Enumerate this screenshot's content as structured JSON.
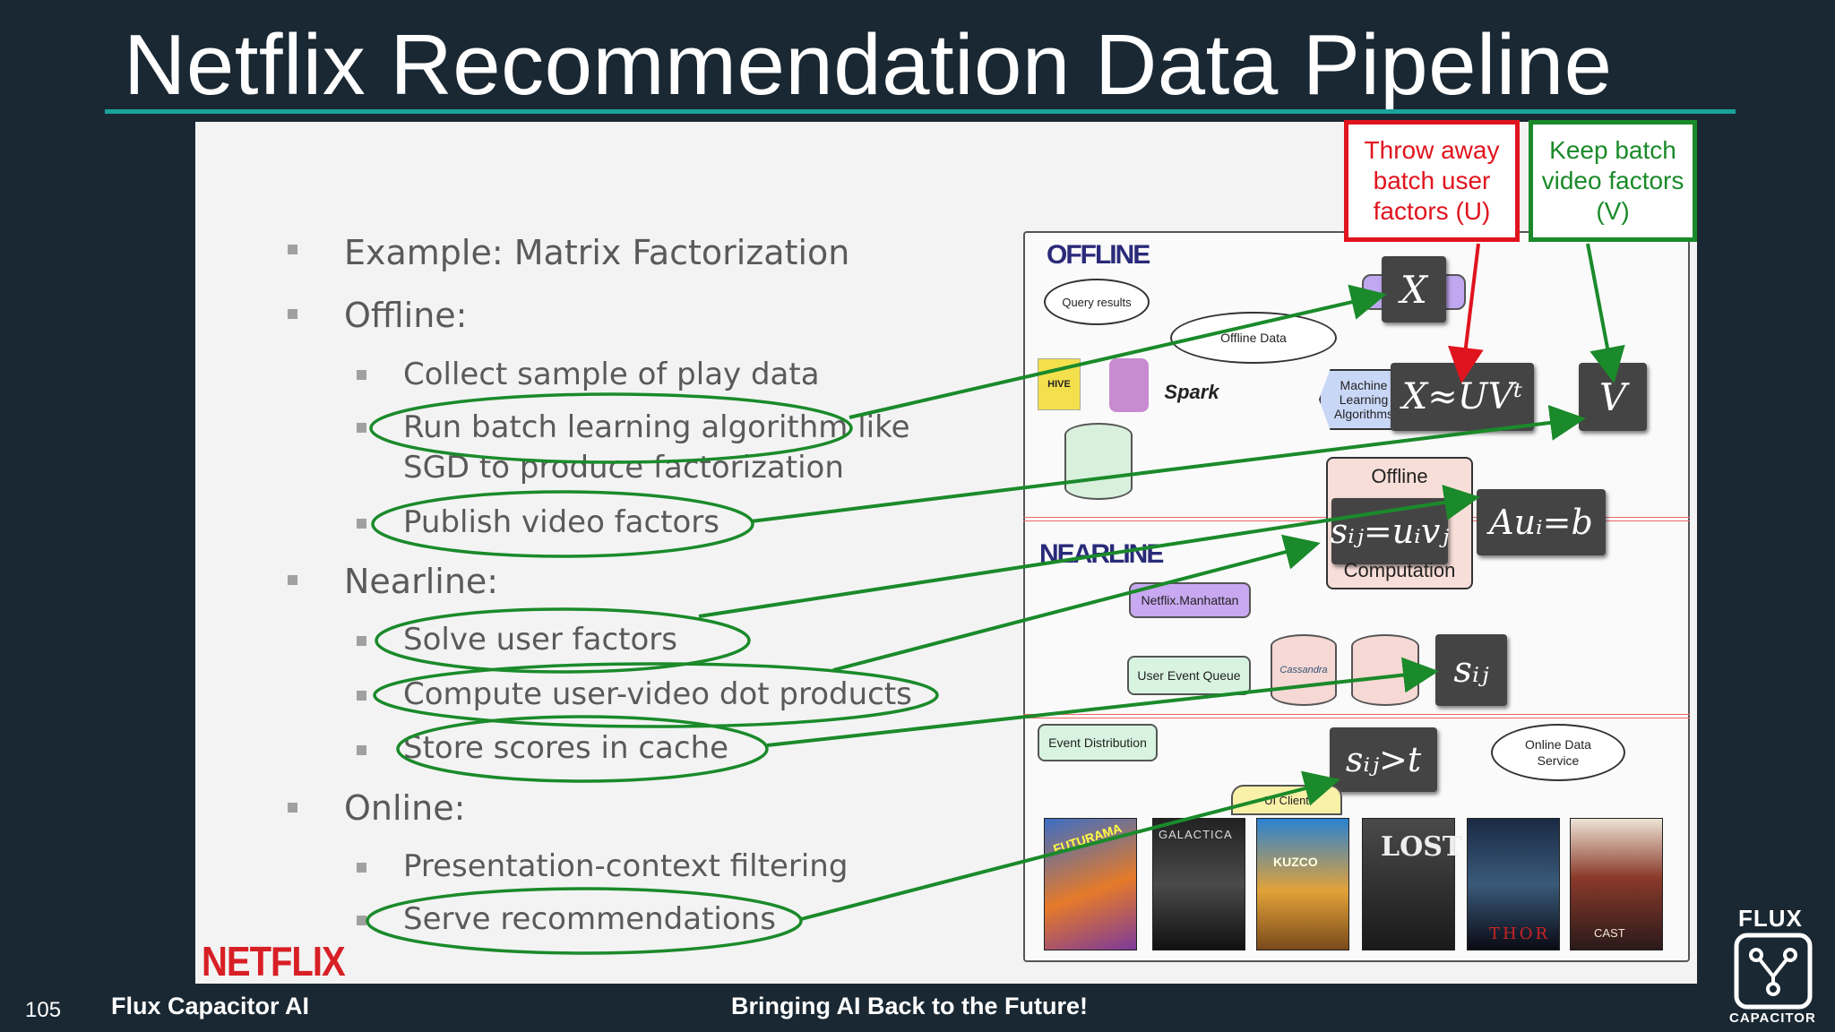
{
  "title": "Netflix Recommendation Data Pipeline",
  "slide": {
    "bullets": {
      "example": "Example: Matrix Factorization",
      "offline": "Offline:",
      "collect": "Collect sample of play data",
      "run_batch_1": "Run batch learning algorithm like",
      "run_batch_2": "SGD to produce factorization",
      "publish": "Publish video factors",
      "nearline": "Nearline:",
      "solve": "Solve user factors",
      "compute": "Compute user-video dot products",
      "store": "Store scores in cache",
      "online": "Online:",
      "presentation": "Presentation-context filtering",
      "serve": "Serve recommendations"
    },
    "logo": "NETFLIX"
  },
  "diagram": {
    "offline_label": "OFFLINE",
    "nearline_label": "NEARLINE",
    "query_results": "Query results",
    "offline_data": "Offline Data",
    "spark": "Spark",
    "hive": "HIVE",
    "ml_algorithms": "Machine Learning Algorithms",
    "x": "X",
    "x_uv": "X≈UVᵗ",
    "v": "V",
    "offline_box": "Offline",
    "sij_uv": "sᵢⱼ=uᵢvⱼ",
    "aui_b": "Auᵢ=b",
    "computation": "Computation",
    "netflix_manhattan": "Netflix.Manhattan",
    "user_event_queue": "User Event Queue",
    "cassandra": "Cassandra",
    "sij": "sᵢⱼ",
    "event_distribution": "Event Distribution",
    "sij_t": "sᵢⱼ>t",
    "online_data_service": "Online Data Service",
    "ui_client": "UI Client",
    "posters": [
      "FUTURAMA",
      "GALACTICA",
      "KUZCO",
      "LOST",
      "THOR",
      "CAST"
    ]
  },
  "callouts": {
    "throw_away": "Throw away batch user factors (U)",
    "keep": "Keep batch video factors (V)"
  },
  "footer": {
    "page_number": "105",
    "company": "Flux Capacitor AI",
    "tagline": "Bringing AI Back to the Future!",
    "brand_top": "FLUX",
    "brand_bottom": "CAPACITOR"
  },
  "colors": {
    "background": "#1a2833",
    "accent_rule": "#1aa39a",
    "highlight_green": "#1a8a2a",
    "highlight_red": "#e0141e",
    "netflix_red": "#d81f26"
  }
}
